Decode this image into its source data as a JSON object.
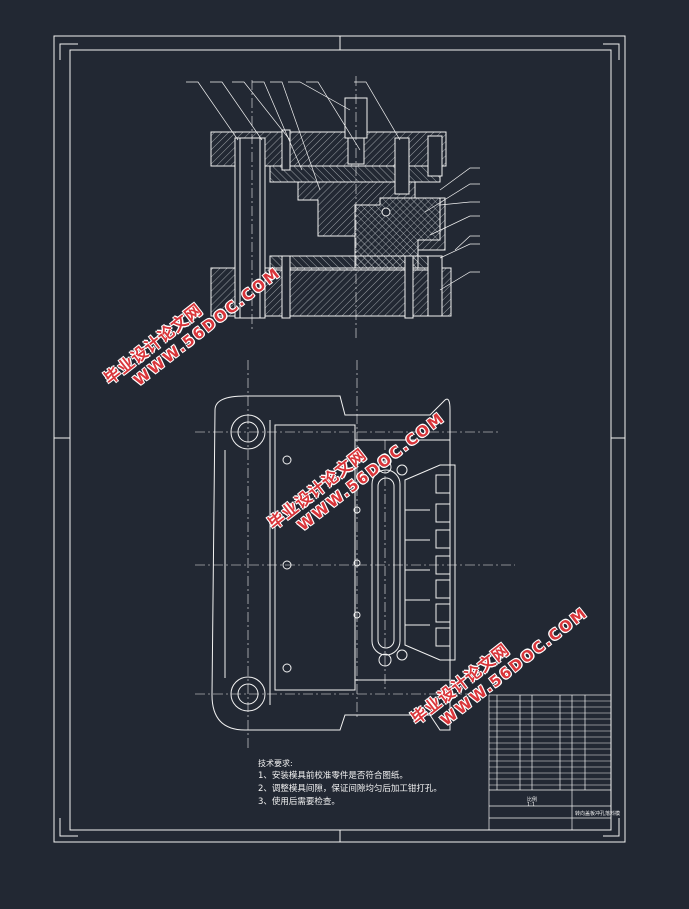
{
  "watermark": {
    "cn": "毕业设计论文网",
    "url": "WWW.56DOC.COM"
  },
  "tech_notes": {
    "heading": "技术要求:",
    "lines": [
      "1、安装模具前校准零件是否符合图纸。",
      "2、调整模具间隙，保证间隙均匀后加工钳打孔。",
      "3、使用后需要检查。"
    ]
  },
  "title_block": {
    "drawing_name": "转向盖板冲孔落料模",
    "scale": "比例",
    "scale_value": "1:1"
  },
  "colors": {
    "background": "#222833",
    "lines": "#f2f2f2",
    "watermark": "#d9353a"
  }
}
